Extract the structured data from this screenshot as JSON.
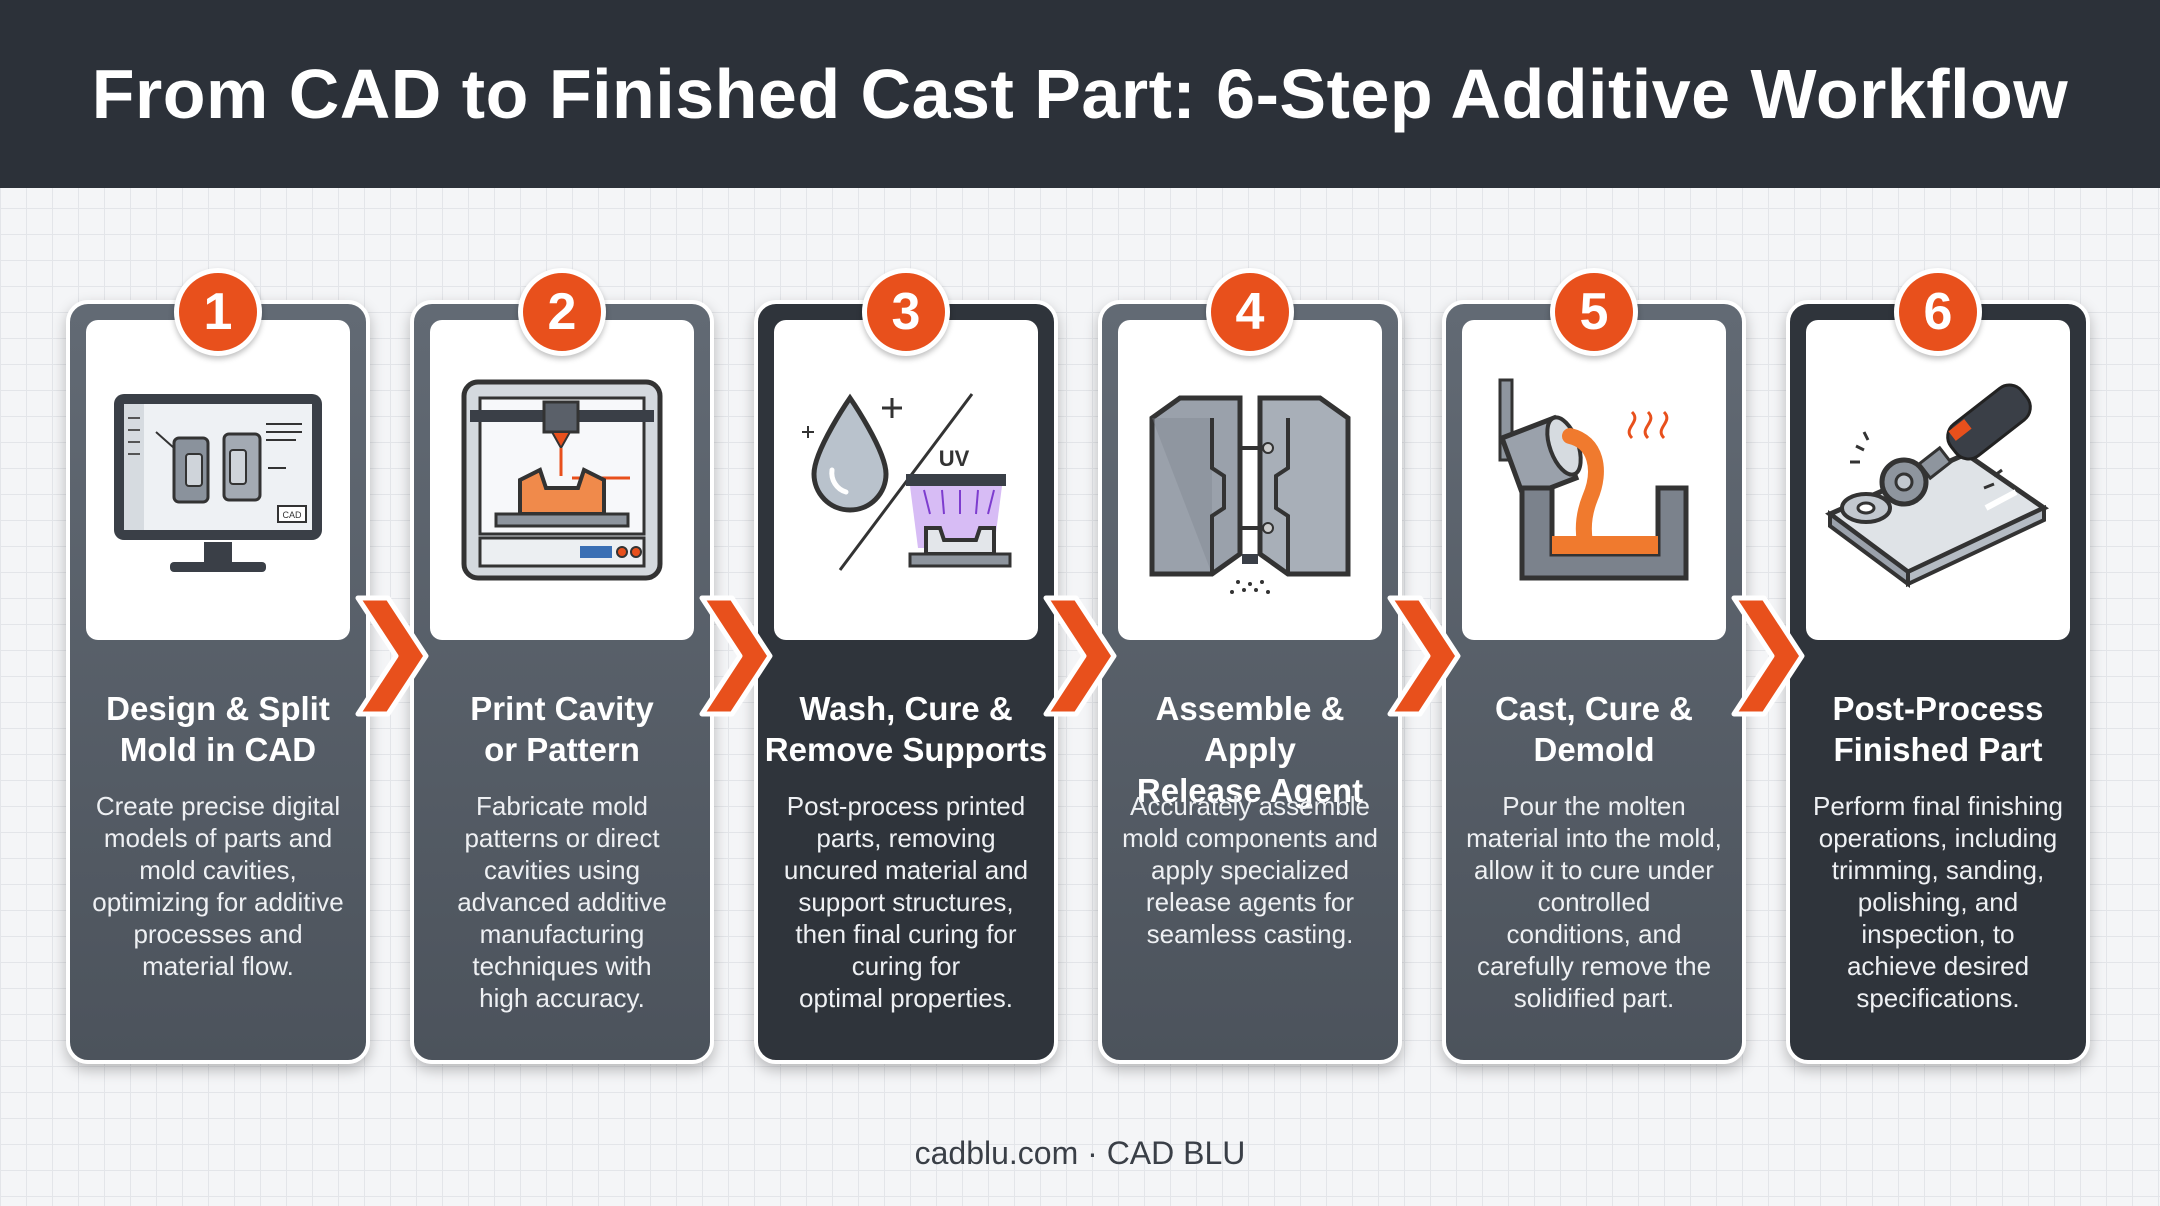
{
  "title": "From CAD to Finished Cast Part: 6-Step Additive Workflow",
  "colors": {
    "accent": "#e8501c",
    "header": "#2c3139",
    "card": "#565d66",
    "card_dark": "#2f343b"
  },
  "steps": [
    {
      "number": "1",
      "icon": "cad-monitor-icon",
      "title": "Design & Split\nMold in CAD",
      "description": "Create precise digital\nmodels of parts and\nmold cavities,\noptimizing for additive\nprocesses and\nmaterial flow.",
      "icon_label": "CAD"
    },
    {
      "number": "2",
      "icon": "3d-printer-icon",
      "title": "Print Cavity\nor Pattern",
      "description": "Fabricate mold\npatterns or direct\ncavities using\nadvanced additive\nmanufacturing\ntechniques with\nhigh accuracy."
    },
    {
      "number": "3",
      "icon": "wash-uv-cure-icon",
      "title": "Wash, Cure &\nRemove Supports",
      "description": "Post-process printed\nparts, removing\nuncured material and\nsupport structures,\nthen final curing for\ncuring for\noptimal properties.",
      "icon_label": "UV"
    },
    {
      "number": "4",
      "icon": "mold-assembly-icon",
      "title": "Assemble & Apply\nRelease Agent",
      "description": "Accurately assemble\nmold components and\napply specialized\nrelease agents for\nseamless casting."
    },
    {
      "number": "5",
      "icon": "casting-pour-icon",
      "title": "Cast, Cure &\nDemold",
      "description": "Pour the molten\nmaterial into the mold,\nallow it to cure under\ncontrolled\nconditions, and\ncarefully remove the\nsolidified part."
    },
    {
      "number": "6",
      "icon": "grinder-finishing-icon",
      "title": "Post-Process\nFinished Part",
      "description": "Perform final finishing\noperations, including\ntrimming, sanding,\npolishing, and\ninspection, to\nachieve desired\nspecifications."
    }
  ],
  "footer": "cadblu.com · CAD BLU"
}
